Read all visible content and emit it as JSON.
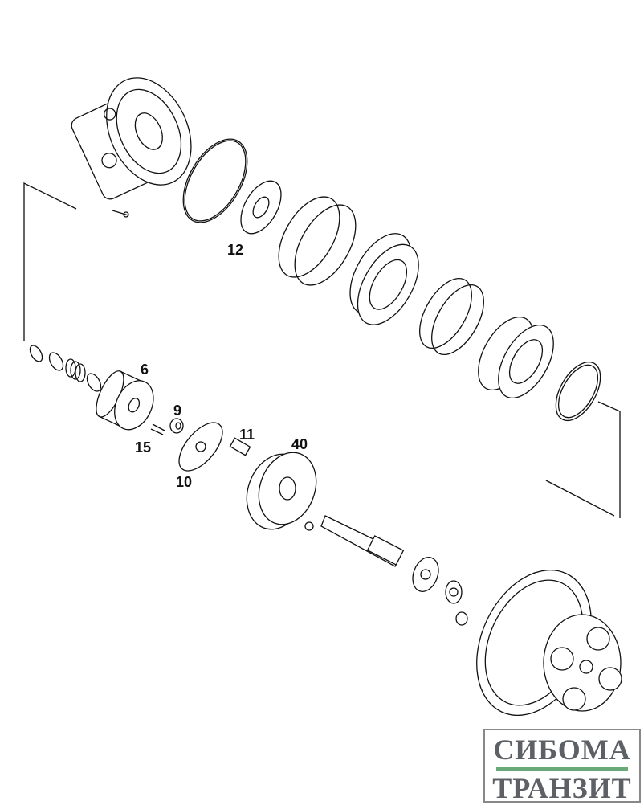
{
  "labels": {
    "l12": "12",
    "l6": "6",
    "l9": "9",
    "l15": "15",
    "l11": "11",
    "l40": "40",
    "l10": "10"
  },
  "logo": {
    "line1": "СИБОМА",
    "line2": "ТРАНЗИТ",
    "accent": "#6aa97a"
  }
}
